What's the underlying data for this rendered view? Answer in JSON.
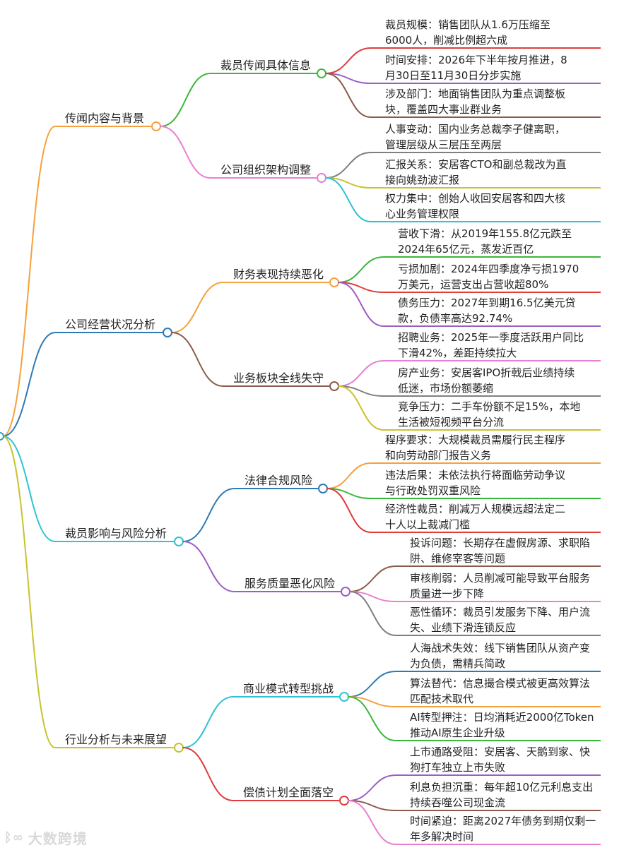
{
  "mindmap": {
    "branches": [
      {
        "label": "传闻内容与背景",
        "color": "#f5a13c",
        "children": [
          {
            "label": "裁员传闻具体信息",
            "color": "#3bb83b",
            "leaves": [
              {
                "line1": "裁员规模：销售团队从1.6万压缩至",
                "line2": "6000人，削减比例超六成",
                "color": "#e03c3c"
              },
              {
                "line1": "时间安排：2026年下半年按月推进，8",
                "line2": "月30日至11月30日分步实施",
                "color": "#9a5fc4"
              },
              {
                "line1": "涉及部门：地面销售团队为重点调整板",
                "line2": "块，覆盖四大事业群业务",
                "color": "#8b5a4a"
              }
            ]
          },
          {
            "label": "公司组织架构调整",
            "color": "#e87fd1",
            "leaves": [
              {
                "line1": "人事变动：国内业务总裁李子健离职，",
                "line2": "管理层级从三层压至两层",
                "color": "#7f7f7f"
              },
              {
                "line1": "汇报关系：安居客CTO和副总裁改为直",
                "line2": "接向姚劲波汇报",
                "color": "#c9c22e"
              },
              {
                "line1": "权力集中：创始人收回安居客和四大核",
                "line2": "心业务管理权限",
                "color": "#2fc3d4"
              }
            ]
          }
        ]
      },
      {
        "label": "公司经营状况分析",
        "color": "#2f7ab3",
        "children": [
          {
            "label": "财务表现持续恶化",
            "color": "#f5a13c",
            "leaves": [
              {
                "line1": "营收下滑：从2019年155.8亿元跌至",
                "line2": "2024年65亿元，蒸发近百亿",
                "color": "#3bb83b"
              },
              {
                "line1": "亏损加剧：2024年四季度净亏损1970",
                "line2": "万美元，运营支出占营收超80%",
                "color": "#e03c3c"
              },
              {
                "line1": "债务压力：2027年到期16.5亿美元贷",
                "line2": "款，负债率高达92.74%",
                "color": "#9a5fc4"
              }
            ]
          },
          {
            "label": "业务板块全线失守",
            "color": "#8b5a4a",
            "leaves": [
              {
                "line1": "招聘业务：2025年一季度活跃用户同比",
                "line2": "下滑42%，差距持续拉大",
                "color": "#e87fd1"
              },
              {
                "line1": "房产业务：安居客IPO折戟后业绩持续",
                "line2": "低迷，市场份额萎缩",
                "color": "#7f7f7f"
              },
              {
                "line1": "竞争压力：二手车份额不足15%，本地",
                "line2": "生活被短视频平台分流",
                "color": "#c9c22e"
              }
            ]
          }
        ]
      },
      {
        "label": "裁员影响与风险分析",
        "color": "#2fc3d4",
        "children": [
          {
            "label": "法律合规风险",
            "color": "#2f7ab3",
            "leaves": [
              {
                "line1": "程序要求：大规模裁员需履行民主程序",
                "line2": "和向劳动部门报告义务",
                "color": "#f5a13c"
              },
              {
                "line1": "违法后果：未依法执行将面临劳动争议",
                "line2": "与行政处罚双重风险",
                "color": "#3bb83b"
              },
              {
                "line1": "经济性裁员：削减万人规模远超法定二",
                "line2": "十人以上裁减门槛",
                "color": "#e03c3c"
              }
            ]
          },
          {
            "label": "服务质量恶化风险",
            "color": "#9a5fc4",
            "leaves": [
              {
                "line1": "投诉问题：长期存在虚假房源、求职陷",
                "line2": "阱、维修宰客等问题",
                "color": "#8b5a4a"
              },
              {
                "line1": "审核削弱：人员削减可能导致平台服务",
                "line2": "质量进一步下降",
                "color": "#e87fd1"
              },
              {
                "line1": "恶性循环：裁员引发服务下降、用户流",
                "line2": "失、业绩下滑连锁反应",
                "color": "#7f7f7f"
              }
            ]
          }
        ]
      },
      {
        "label": "行业分析与未来展望",
        "color": "#c9c22e",
        "children": [
          {
            "label": "商业模式转型挑战",
            "color": "#2fc3d4",
            "leaves": [
              {
                "line1": "人海战术失效：线下销售团队从资产变",
                "line2": "为负债，需精兵简政",
                "color": "#2f7ab3"
              },
              {
                "line1": "算法替代：信息撮合模式被更高效算法",
                "line2": "匹配技术取代",
                "color": "#f5a13c"
              },
              {
                "line1": "AI转型押注：日均消耗近2000亿Token",
                "line2": "推动AI原生企业升级",
                "color": "#3bb83b"
              }
            ]
          },
          {
            "label": "偿债计划全面落空",
            "color": "#e03c3c",
            "leaves": [
              {
                "line1": "上市通路受阻：安居客、天鹅到家、快",
                "line2": "狗打车独立上市失败",
                "color": "#9a5fc4"
              },
              {
                "line1": "利息负担沉重：每年超10亿元利息支出",
                "line2": "持续吞噬公司现金流",
                "color": "#8b5a4a"
              },
              {
                "line1": "时间紧迫：距离2027年债务到期仅剩一",
                "line2": "年多解决时间",
                "color": "#e87fd1"
              }
            ]
          }
        ]
      }
    ]
  },
  "watermark": {
    "icon": "logo-icon",
    "text": "大数跨境"
  }
}
